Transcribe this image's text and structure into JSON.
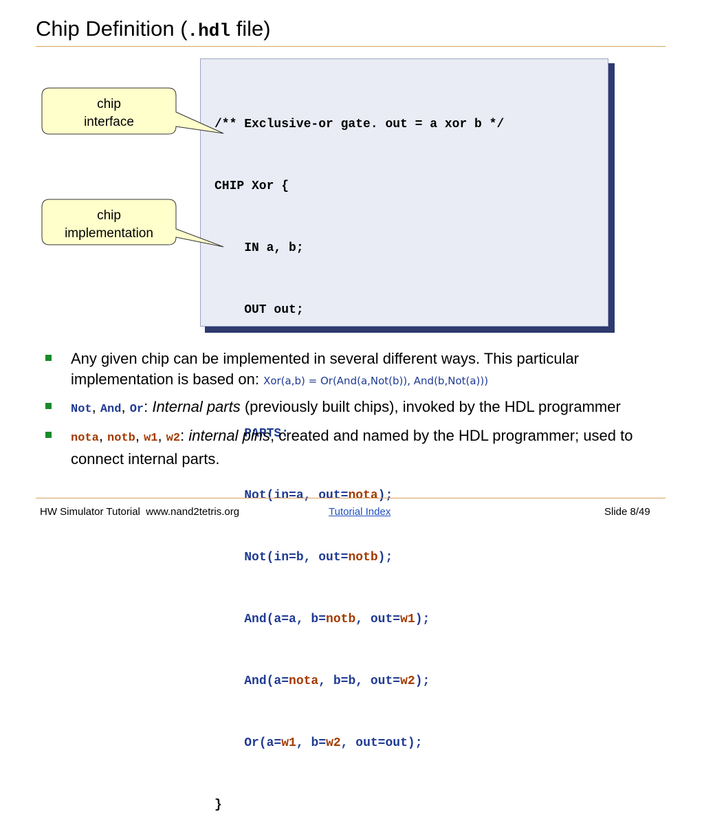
{
  "title": {
    "prefix": "Chip Definition (",
    "ext": ".hdl",
    "suffix": " file)"
  },
  "callouts": {
    "interface": {
      "line1": "chip",
      "line2": "interface"
    },
    "implementation": {
      "line1": "chip",
      "line2": "implementation"
    }
  },
  "code": {
    "comment": "/** Exclusive-or gate. out = a xor b */",
    "chip_line": "CHIP Xor {",
    "in_line": "    IN a, b;",
    "out_line": "    OUT out;",
    "parts_kw": "PARTS:",
    "not1": {
      "a": "Not(in=a, out=",
      "b": "nota",
      "c": ");"
    },
    "not2": {
      "a": "Not(in=b, out=",
      "b": "notb",
      "c": ");"
    },
    "and1": {
      "a": "And(a=a, b=",
      "b": "notb",
      "c": ", out=",
      "d": "w1",
      "e": ");"
    },
    "and2": {
      "a": "And(a=",
      "b": "nota",
      "c": ", b=b, out=",
      "d": "w2",
      "e": ");"
    },
    "or1": {
      "a": "Or(a=",
      "b": "w1",
      "c": ", b=",
      "d": "w2",
      "e": ", out=out);"
    },
    "close": "}"
  },
  "bullets": {
    "b1": {
      "text": "Any given chip can be implemented in several different ways. This particular implementation is based on: ",
      "formula": "Xor(a,b) = Or(And(a,Not(b)), And(b,Not(a)))"
    },
    "b2": {
      "not": "Not",
      "and": "And",
      "or": "Or",
      "sep1": ", ",
      "sep2": ", ",
      "colon": ": ",
      "italic": "Internal parts",
      "rest": " (previously built chips), invoked by the HDL programmer"
    },
    "b3": {
      "nota": "nota",
      "notb": "notb",
      "w1": "w1",
      "w2": "w2",
      "sep1": ", ",
      "sep2": ", ",
      "sep3": ", ",
      "colon": ": ",
      "italic": "internal pins",
      "rest": ", created and named by the HDL programmer; used to connect internal parts."
    }
  },
  "footer": {
    "left": "HW Simulator Tutorial  www.nand2tetris.org",
    "link": "Tutorial Index",
    "right": "Slide 8/49"
  },
  "colors": {
    "rule": "#d9a25c",
    "code_shadow": "#2e3a6e",
    "code_bg": "#e9ecf5",
    "callout_bg": "#ffffcc",
    "keyword_blue": "#1f3a93",
    "pin_red": "#a33a00",
    "bullet_green": "#1a8a2a"
  }
}
